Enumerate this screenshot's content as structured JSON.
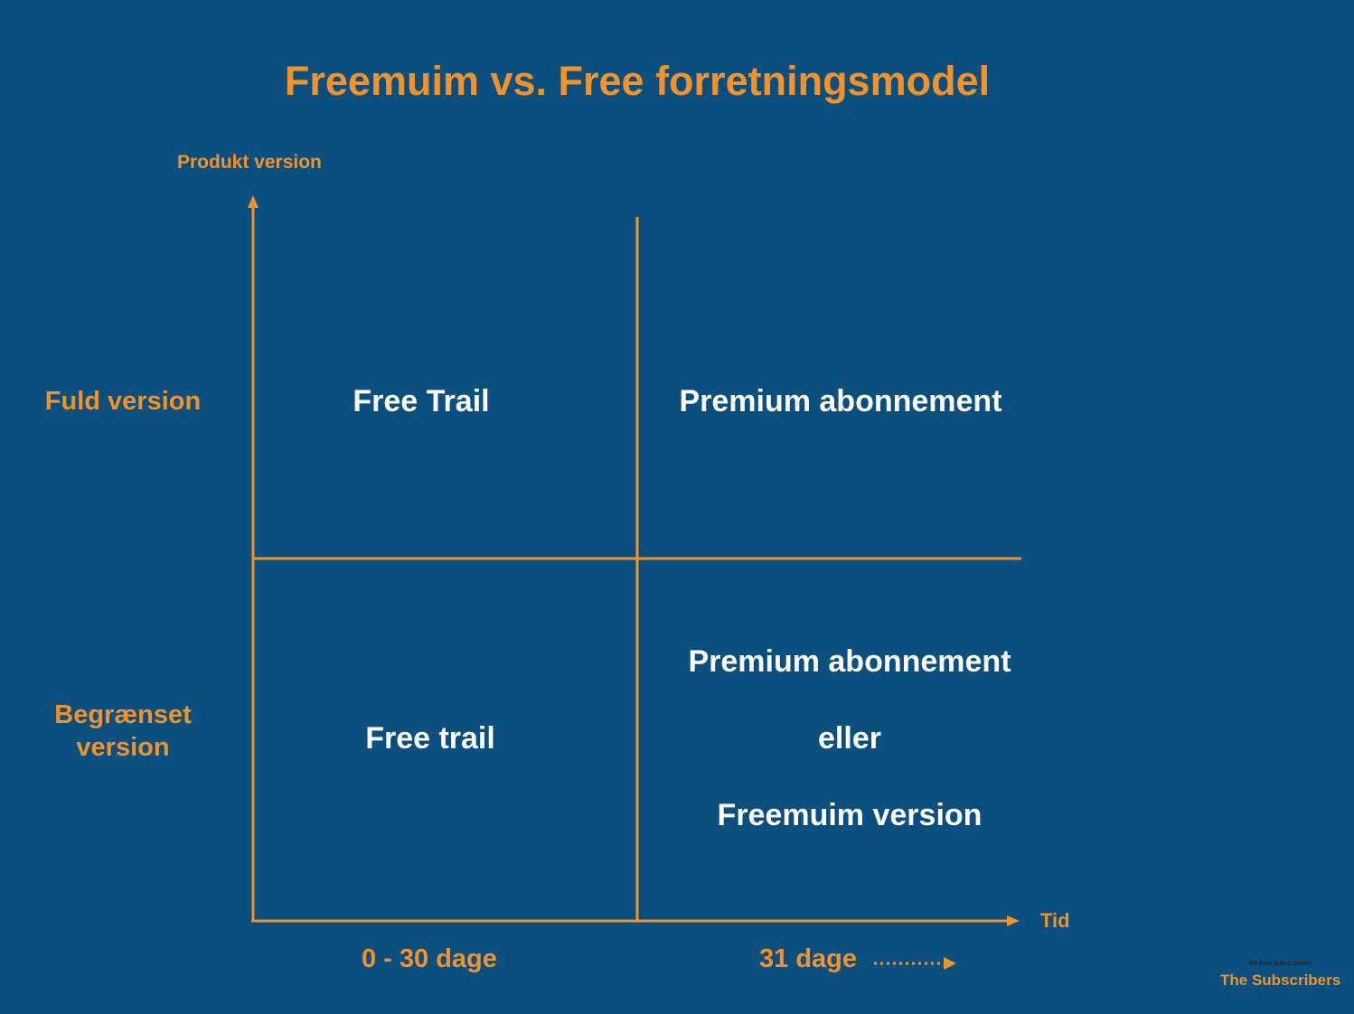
{
  "title": "Freemuim vs. Free forretningsmodel",
  "axes": {
    "y_label": "Produkt version",
    "x_label": "Tid"
  },
  "rows": {
    "top": "Fuld version",
    "bottom_line1": "Begrænset",
    "bottom_line2": "version"
  },
  "cells": {
    "top_left": "Free Trail",
    "top_right": "Premium abonnement",
    "bottom_left": "Free trail",
    "bottom_right_1": "Premium abonnement",
    "bottom_right_2": "eller",
    "bottom_right_3": "Freemuim version"
  },
  "columns": {
    "left": "0 - 30 dage",
    "right": "31 dage"
  },
  "branding": {
    "tagline": "We love Subscriptions",
    "name": "The Subscribers"
  },
  "colors": {
    "background": "#0b4f7f",
    "accent": "#f2922b",
    "text": "#ffffff"
  }
}
